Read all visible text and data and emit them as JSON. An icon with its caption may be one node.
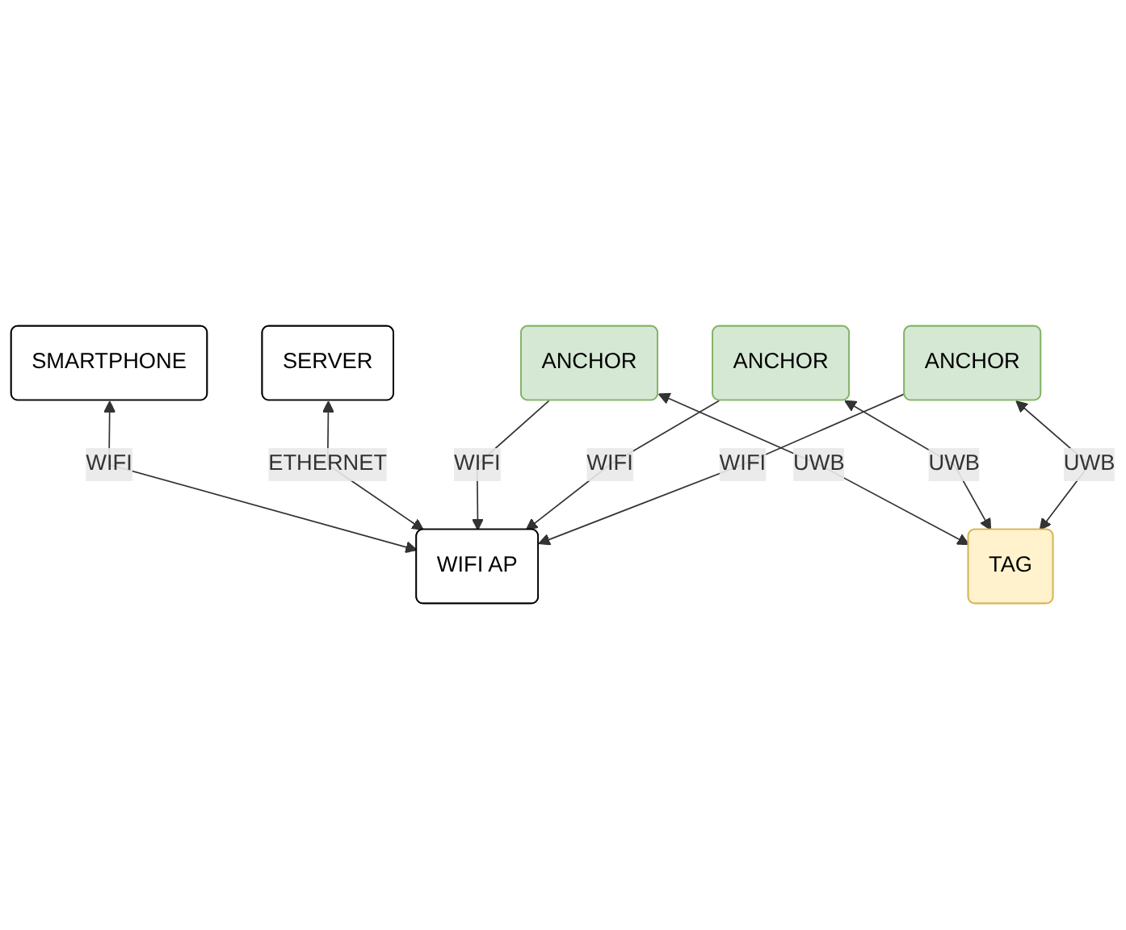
{
  "diagram": {
    "nodes": [
      {
        "text": [
          "SMARTPHONE"
        ]
      },
      {
        "text": [
          "SERVER"
        ]
      },
      {
        "text": [
          "WIFI AP"
        ]
      },
      {
        "text": [
          "ANCHOR"
        ]
      },
      {
        "text": [
          "ANCHOR"
        ]
      },
      {
        "text": [
          "ANCHOR"
        ]
      },
      {
        "text": [
          "TAG"
        ]
      }
    ],
    "edges": [
      {
        "from": 0,
        "to": 2,
        "arrow": "both",
        "label": "WIFI"
      },
      {
        "from": 1,
        "to": 2,
        "arrow": "both",
        "label": "ETHERNET"
      },
      {
        "from": 3,
        "to": 2,
        "arrow": "to",
        "label": "WIFI"
      },
      {
        "from": 4,
        "to": 2,
        "arrow": "to",
        "label": "WIFI"
      },
      {
        "from": 5,
        "to": 2,
        "arrow": "to",
        "label": "WIFI"
      },
      {
        "from": 3,
        "to": 6,
        "arrow": "both",
        "label": "UWB"
      },
      {
        "from": 4,
        "to": 6,
        "arrow": "both",
        "label": "UWB"
      },
      {
        "from": 5,
        "to": 6,
        "arrow": "both",
        "label": "UWB"
      }
    ]
  }
}
